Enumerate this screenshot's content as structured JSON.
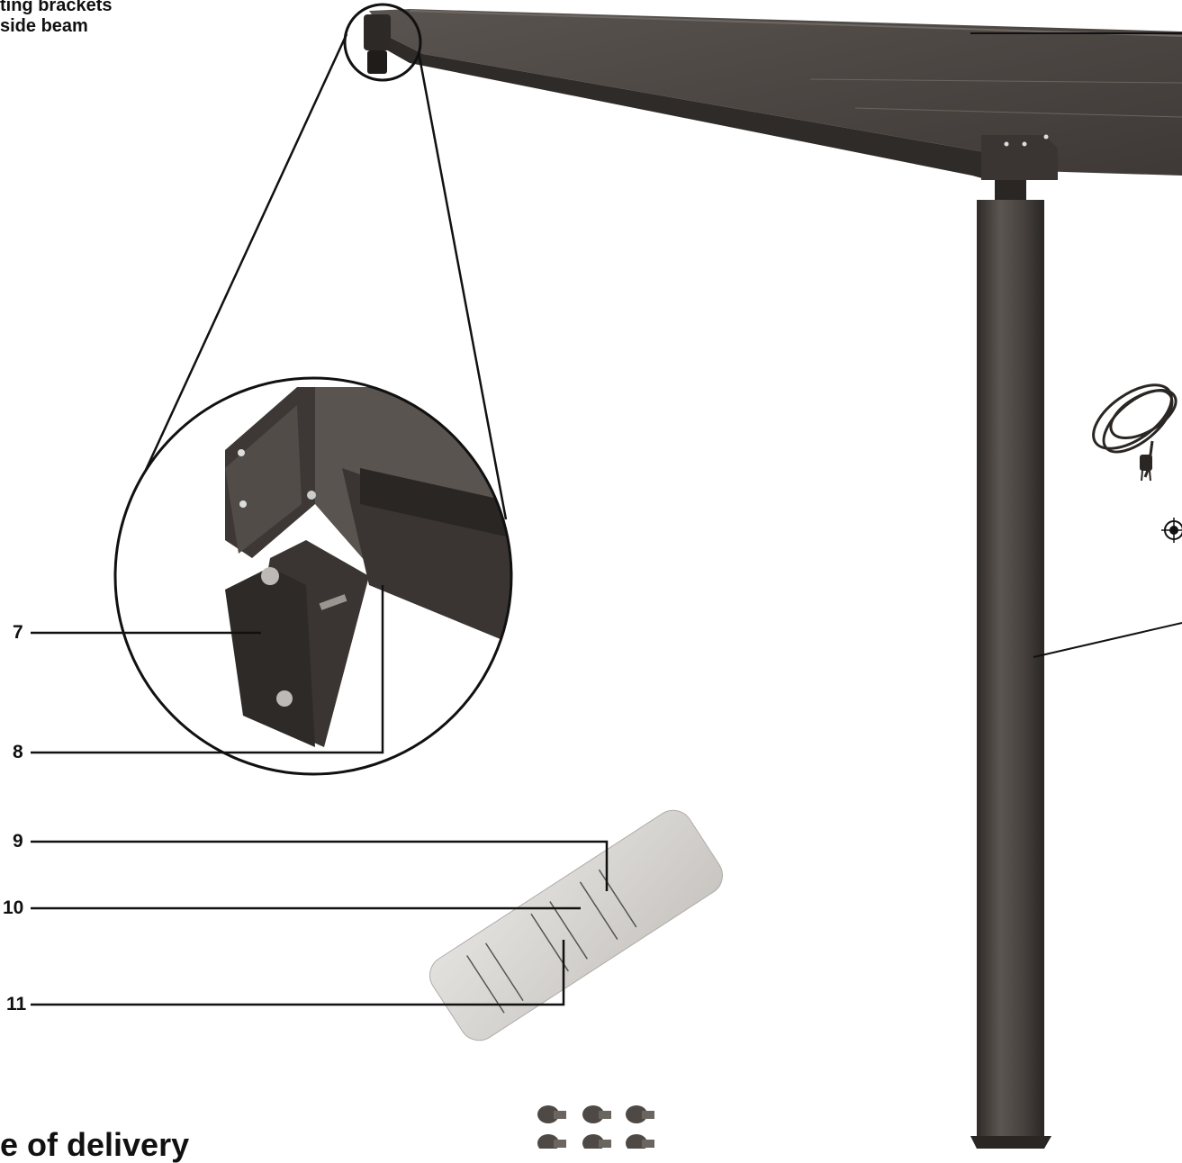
{
  "caption": {
    "line1": "ting brackets",
    "line2": "side beam"
  },
  "callouts": [
    {
      "label": "7"
    },
    {
      "label": "8"
    },
    {
      "label": "9"
    },
    {
      "label": "10"
    },
    {
      "label": "11"
    }
  ],
  "footer": {
    "title": "e of delivery"
  },
  "colors": {
    "frame": "#4a4541",
    "frame_dark": "#2e2a27",
    "remote": "#d9d7d4",
    "ink": "#111111"
  }
}
